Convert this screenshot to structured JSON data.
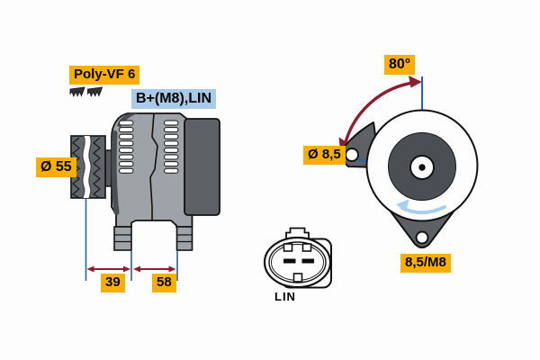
{
  "diagram": {
    "subject": "alternator-dimension-drawing",
    "labels": {
      "belt_type": "Poly-VF 6",
      "terminal": "B+(M8),LIN",
      "pulley_diameter": "Ø 55",
      "dim_pulley_to_mount": "39",
      "dim_mount_span": "58",
      "mounting_angle": "80°",
      "lug_hole_diameter": "Ø 8,5",
      "lug_hole_thread": "8,5/M8",
      "connector_type": "LIN"
    },
    "colors": {
      "label_yellow": "#F9AE00",
      "label_blue": "#A9CAE8",
      "dimension_red": "#8E1E2D",
      "dimension_blue": "#2A62AC",
      "rotation_blue": "#A9CFEF",
      "body_gray": "#9EA3A7",
      "dark_gray": "#5D6165",
      "inner_gray": "#4B4F53"
    }
  }
}
